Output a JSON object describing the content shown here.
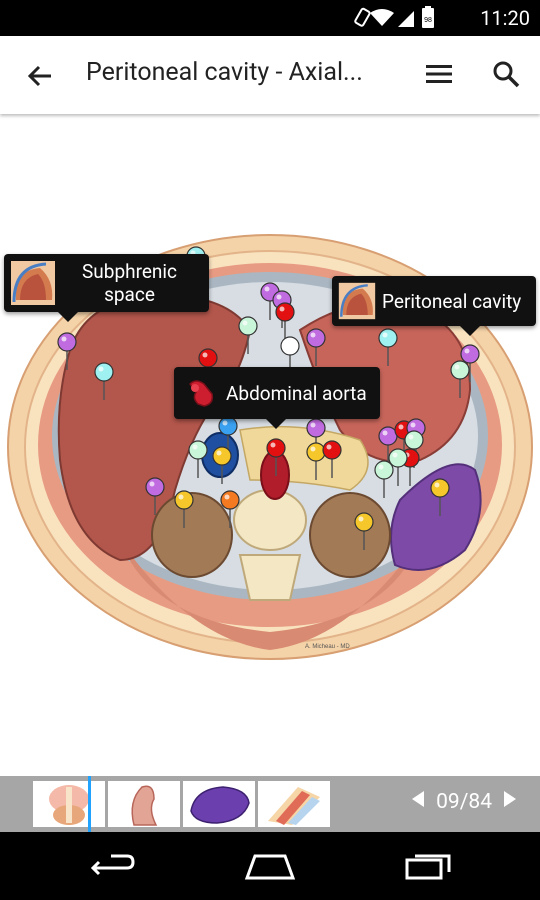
{
  "status_bar": {
    "time": "11:20",
    "battery_level": "98",
    "icons": [
      "vibrate-icon",
      "wifi-icon",
      "cell-signal-icon",
      "battery-icon"
    ]
  },
  "app_bar": {
    "title": "Peritoneal cavity - Axial...",
    "icons": [
      "back-arrow-icon",
      "menu-icon",
      "search-icon"
    ]
  },
  "callouts": {
    "subphrenic": "Subphrenic\nspace",
    "peritoneal": "Peritoneal cavity",
    "aorta": "Abdominal aorta"
  },
  "illustration": {
    "signature": "A. Micheau - MD"
  },
  "pager": {
    "position": "09/84"
  },
  "thumbnails": [
    "thorax-abdomen-thumbnail",
    "colon-thumbnail",
    "spleen-thumbnail",
    "tissue-layers-thumbnail"
  ],
  "colors": {
    "pin_purple": "#c06be0",
    "pin_red": "#e21010",
    "pin_cyan": "#9ff0f0",
    "pin_yellow": "#f5c72a",
    "pin_orange": "#f47a22",
    "pin_lightgreen": "#c9f5d9",
    "pin_blue": "#3aa0f0",
    "thumb_bar": "#a6a6a6",
    "thumb_cursor": "#1fa3ff"
  }
}
